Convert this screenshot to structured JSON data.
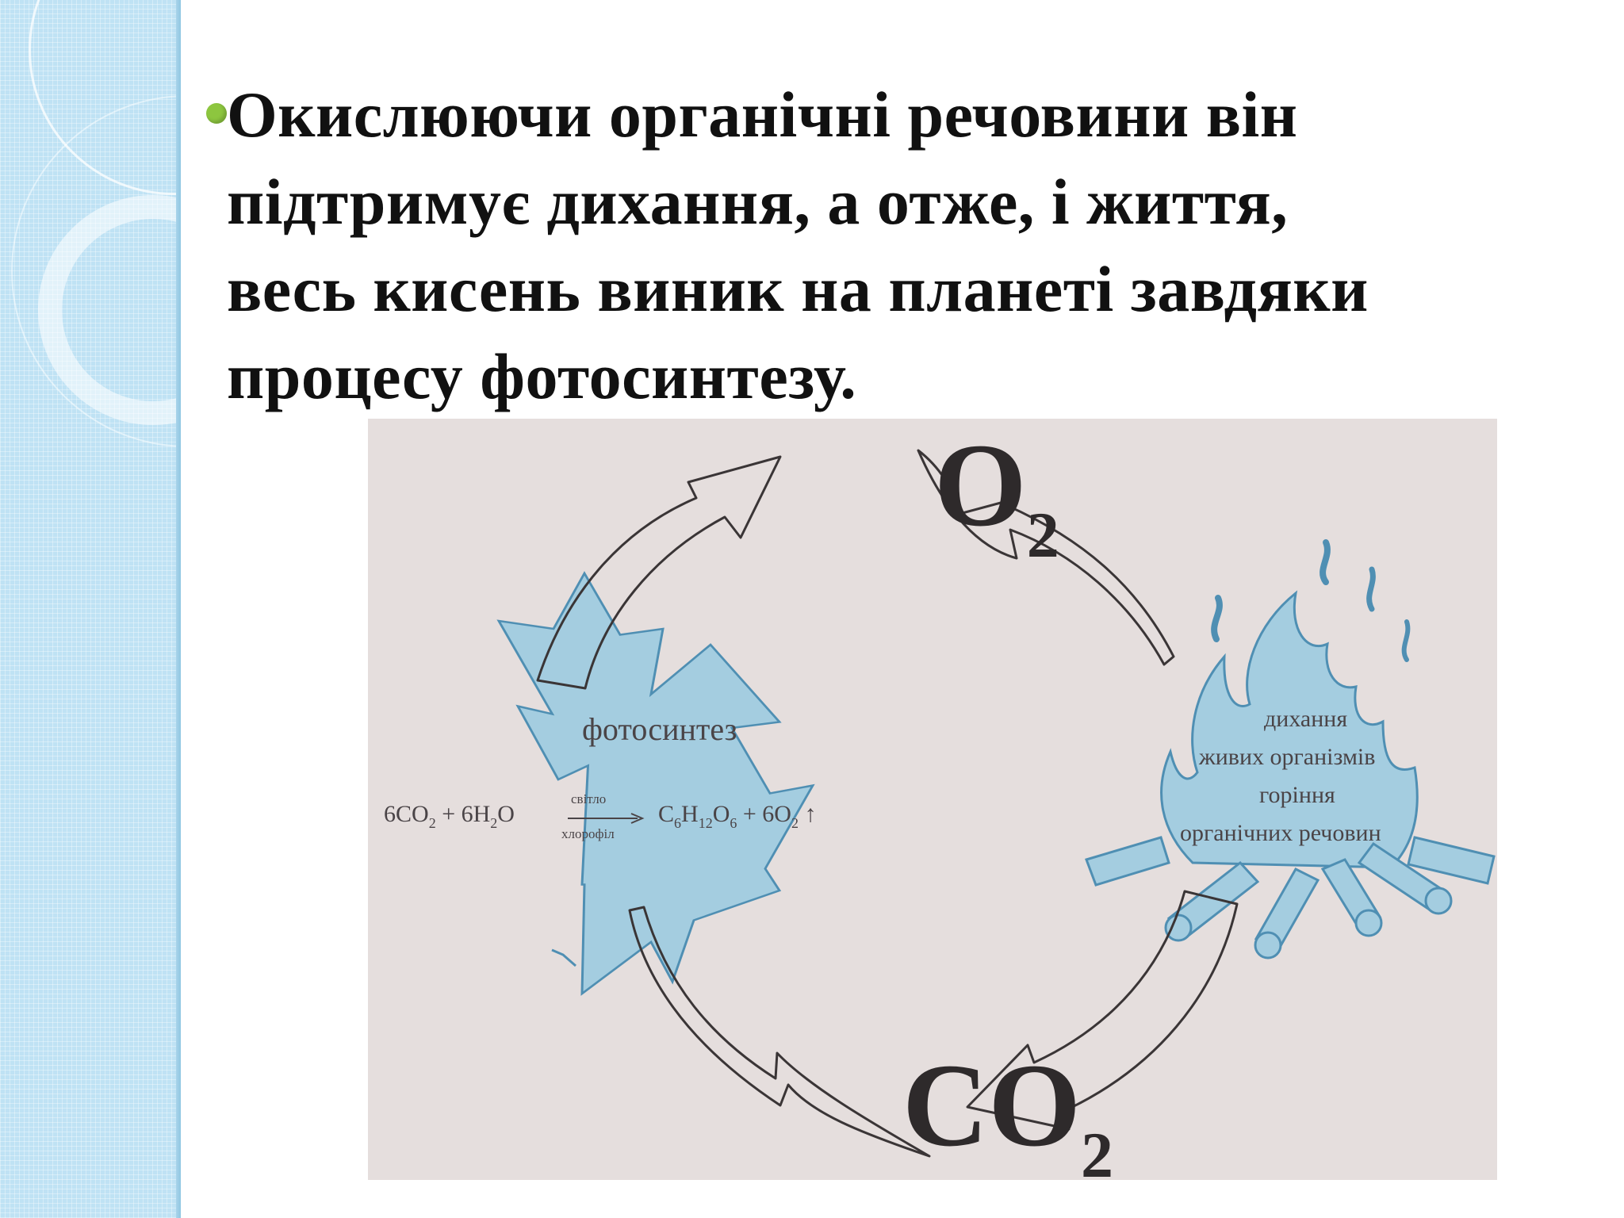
{
  "slide": {
    "bullet_lines": [
      "Окислюючи органічні речовини він",
      "підтримує дихання, а отже, і життя,",
      "весь кисень виник на планеті  завдяки",
      "процесу фотосинтезу."
    ]
  },
  "diagram": {
    "top_molecule": {
      "main": "O",
      "subscript": "2"
    },
    "bottom_molecule": {
      "main": "CO",
      "subscript": "2"
    },
    "left_label": "фотосинтез",
    "equation": {
      "lhs_a": "6CO",
      "lhs_a_sub": "2",
      "lhs_b": " + 6H",
      "lhs_b_sub": "2",
      "lhs_b_tail": "O",
      "arrow_top": "світло",
      "arrow_bottom": "хлорофіл",
      "rhs_a": "C",
      "rhs_a_sub": "6",
      "rhs_b": "H",
      "rhs_b_sub": "12",
      "rhs_c": "O",
      "rhs_c_sub": "6",
      "rhs_d": " + 6O",
      "rhs_d_sub": "2",
      "rhs_tail": " ↑"
    },
    "right_label_lines": [
      "дихання",
      "живих організмів",
      "горіння",
      "органічних речовин"
    ],
    "colors": {
      "shape_fill": "#a4cde0",
      "shape_stroke": "#4f8fb3",
      "arrow_stroke": "#3a3536",
      "figure_bg": "#e5dedd"
    }
  }
}
